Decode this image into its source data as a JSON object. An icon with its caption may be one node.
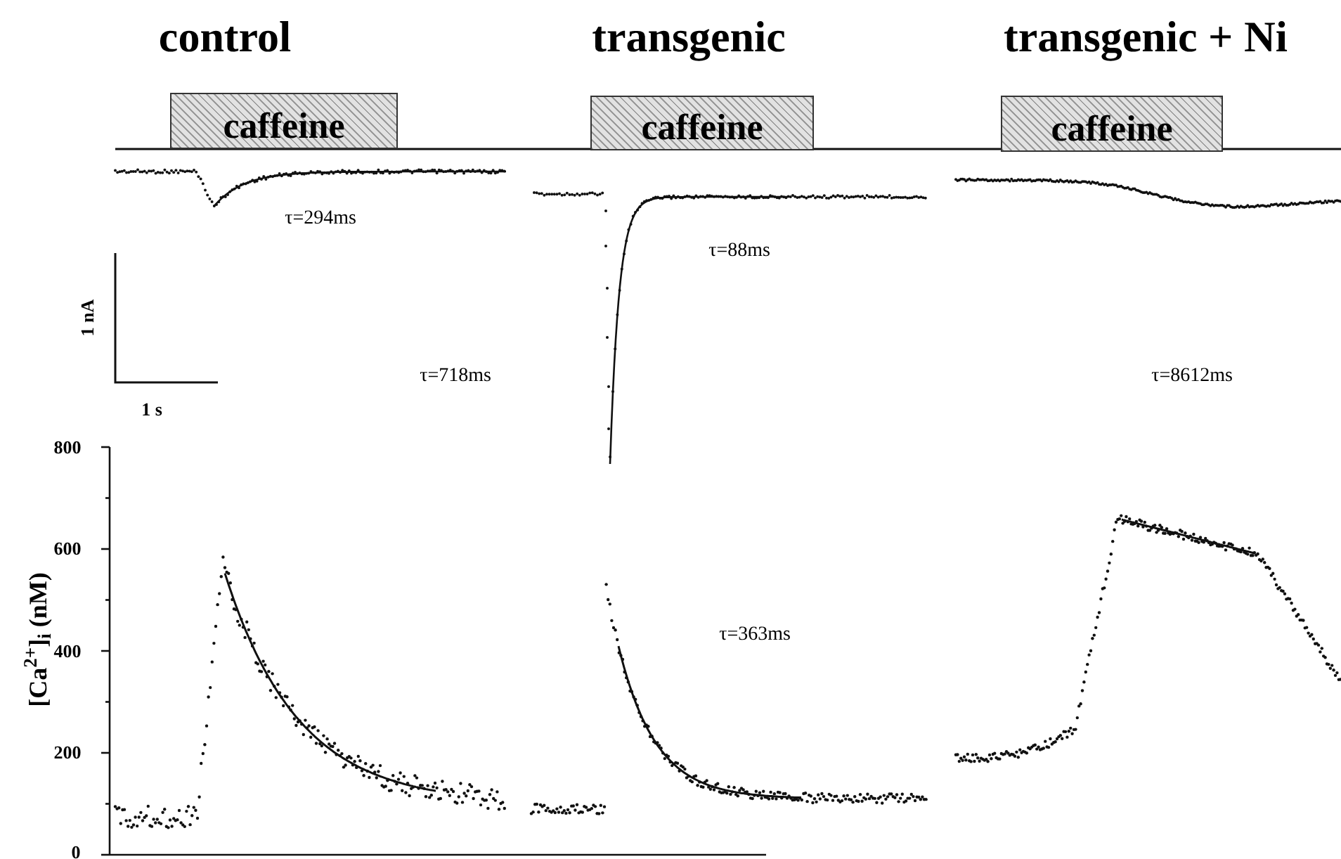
{
  "diagram": {
    "nodes": [
      {
        "text": [
          "caffeine"
        ]
      },
      {
        "text": [
          "caffeine"
        ]
      },
      {
        "text": [
          "caffeine"
        ]
      }
    ],
    "labels": [
      "control",
      "transgenic",
      "transgenic + Ni",
      "τ=294ms",
      "τ=88ms",
      "1 nA",
      "1 s",
      "τ=8612ms",
      "τ=718ms",
      "τ=363ms",
      "[Ca$^{2+}$]$_{i}$ (nM)",
      "800",
      "600",
      "400",
      "200",
      "0"
    ]
  }
}
